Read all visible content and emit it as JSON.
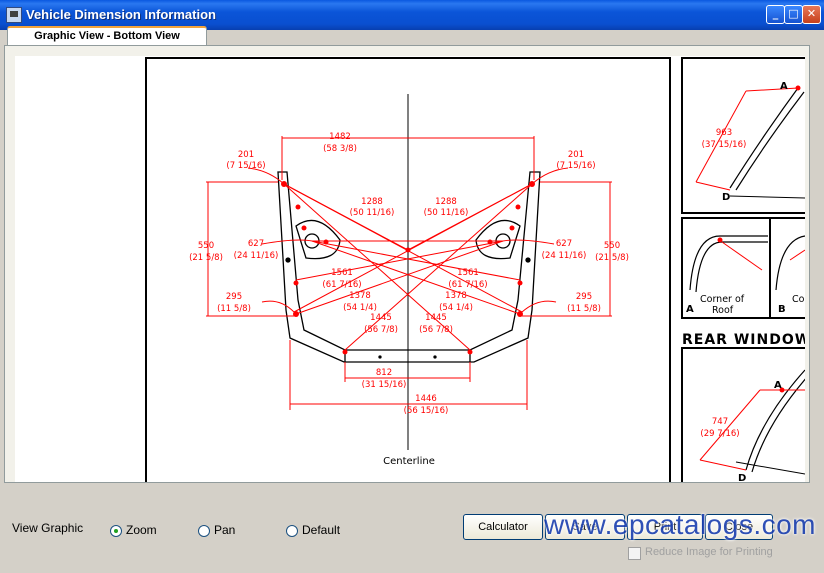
{
  "window": {
    "title": "Vehicle Dimension Information"
  },
  "tab": {
    "label": "Graphic View - Bottom View"
  },
  "drawing": {
    "centerline": "Centerline",
    "dims": {
      "d1482": "1482",
      "d1482f": "(58 3/8)",
      "d201": "201",
      "d201f": "(7 15/16)",
      "d1288": "1288",
      "d1288f": "(50 11/16)",
      "d550": "550",
      "d550f": "(21 5/8)",
      "d627": "627",
      "d627f": "(24 11/16)",
      "d1561": "1561",
      "d1561f": "(61 7/16)",
      "d295": "295",
      "d295f": "(11 5/8)",
      "d1378": "1378",
      "d1378f": "(54 1/4)",
      "d1445": "1445",
      "d1445f": "(56 7/8)",
      "d812": "812",
      "d812f": "(31 15/16)",
      "d1446": "1446",
      "d1446f": "(56 15/16)",
      "d963": "963",
      "d963f": "(37 15/16)",
      "d747": "747",
      "d747f": "(29 7/16)"
    },
    "side": {
      "a": "A",
      "b": "B",
      "d": "D",
      "corner1": "Corner of",
      "corner2": "Roof",
      "cornerB": "Co",
      "rear": "REAR WINDOW"
    }
  },
  "controls": {
    "view_graphic": "View Graphic",
    "zoom": "Zoom",
    "pan": "Pan",
    "default": "Default",
    "calculator": "Calculator",
    "save": "Save",
    "print": "Print",
    "close": "Close",
    "reduce": "Reduce Image for Printing"
  },
  "watermark": "www.epcatalogs.com",
  "colors": {
    "accent": "#ff0000",
    "titlebar": "#0a4fd0"
  }
}
